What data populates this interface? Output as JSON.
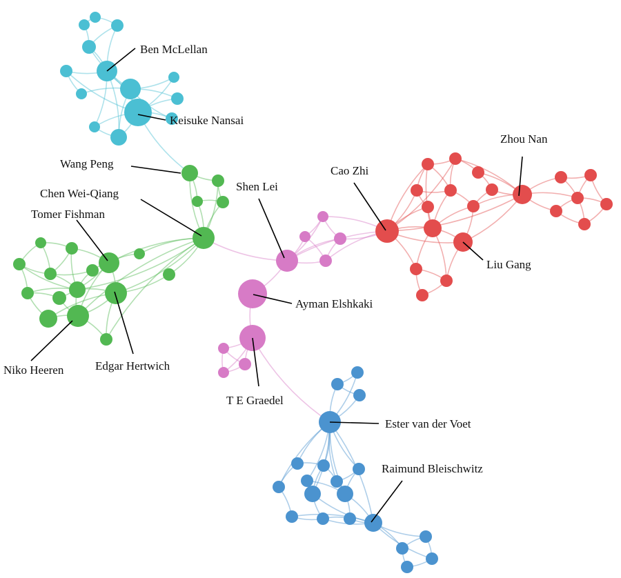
{
  "colors": {
    "cyan": "#4bbfd3",
    "green": "#52b852",
    "pink": "#d77bc6",
    "red": "#e34d4d",
    "blue": "#4b93cf"
  },
  "labels": {
    "ben": "Ben McLellan",
    "keisuke": "Keisuke Nansai",
    "wang": "Wang Peng",
    "chen": "Chen Wei-Qiang",
    "tomer": "Tomer Fishman",
    "niko": "Niko Heeren",
    "edgar": "Edgar Hertwich",
    "shen": "Shen Lei",
    "ayman": "Ayman Elshkaki",
    "graedel": "T E Graedel",
    "caozhi": "Cao Zhi",
    "zhou": "Zhou Nan",
    "liu": "Liu Gang",
    "ester": "Ester van der Voet",
    "raimund": "Raimund Bleischwitz"
  }
}
